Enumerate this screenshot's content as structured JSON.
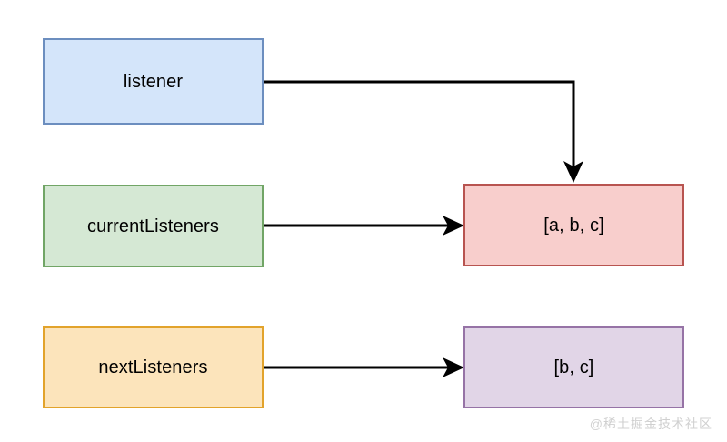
{
  "diagram": {
    "title": "listener / currentListeners / nextListeners reference diagram",
    "background": "#ffffff",
    "nodes": [
      {
        "id": "listener",
        "label": "listener",
        "fill": "#d4e5fa",
        "stroke": "#6c8ebf"
      },
      {
        "id": "current-listeners",
        "label": "currentListeners",
        "fill": "#d5e8d4",
        "stroke": "#71a566"
      },
      {
        "id": "next-listeners",
        "label": "nextListeners",
        "fill": "#fce4bb",
        "stroke": "#e2a32b"
      },
      {
        "id": "abc",
        "label": "[a, b, c]",
        "fill": "#f8cecc",
        "stroke": "#b85450"
      },
      {
        "id": "bc",
        "label": "[b, c]",
        "fill": "#e1d5e7",
        "stroke": "#9673a6"
      }
    ],
    "edges": [
      {
        "id": "listener-to-abc",
        "from": "listener",
        "to": "abc",
        "style": "orthogonal",
        "color": "#000000",
        "arrow": "down"
      },
      {
        "id": "current-listeners-to-abc",
        "from": "current-listeners",
        "to": "abc",
        "style": "straight",
        "color": "#000000",
        "arrow": "right"
      },
      {
        "id": "next-listeners-to-bc",
        "from": "next-listeners",
        "to": "bc",
        "style": "straight",
        "color": "#000000",
        "arrow": "right"
      }
    ]
  },
  "watermark": {
    "text": "@稀土掘金技术社区",
    "color": "#d0d0d0"
  }
}
